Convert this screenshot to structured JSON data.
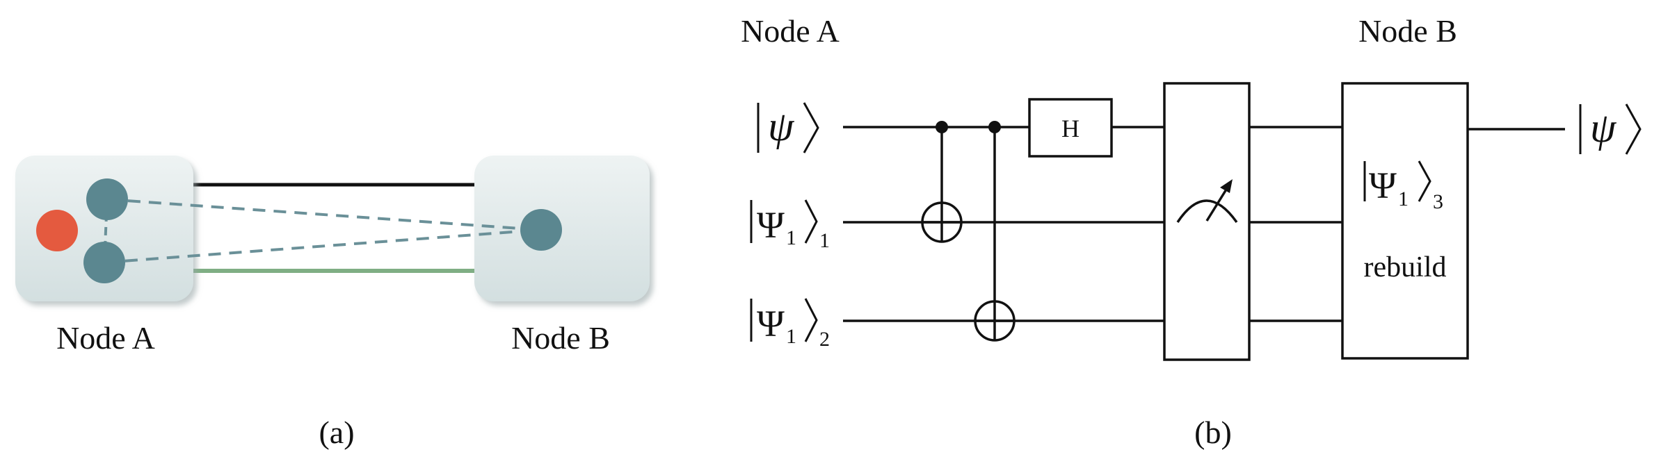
{
  "panel_a": {
    "node_a_label": "Node A",
    "node_b_label": "Node B",
    "caption": "(a)",
    "colors": {
      "node_box": "#dfe8e8",
      "qubit": "#5b8790",
      "source_qubit": "#e45a3f",
      "classical_link": "#111111",
      "quantum_link": "#7fae84",
      "entanglement": "#6a9098"
    }
  },
  "panel_b": {
    "node_a_label": "Node A",
    "node_b_label": "Node B",
    "caption": "(b)",
    "input_psi": "ψ",
    "psi1_symbol": "Ψ",
    "psi1_sub_outer": "1",
    "wire2_sub": "1",
    "wire3_sub": "2",
    "hadamard_label": "H",
    "rebuild_sub": "3",
    "rebuild_label": "rebuild",
    "output_psi": "ψ",
    "meter_icon": "measurement-meter-icon"
  }
}
